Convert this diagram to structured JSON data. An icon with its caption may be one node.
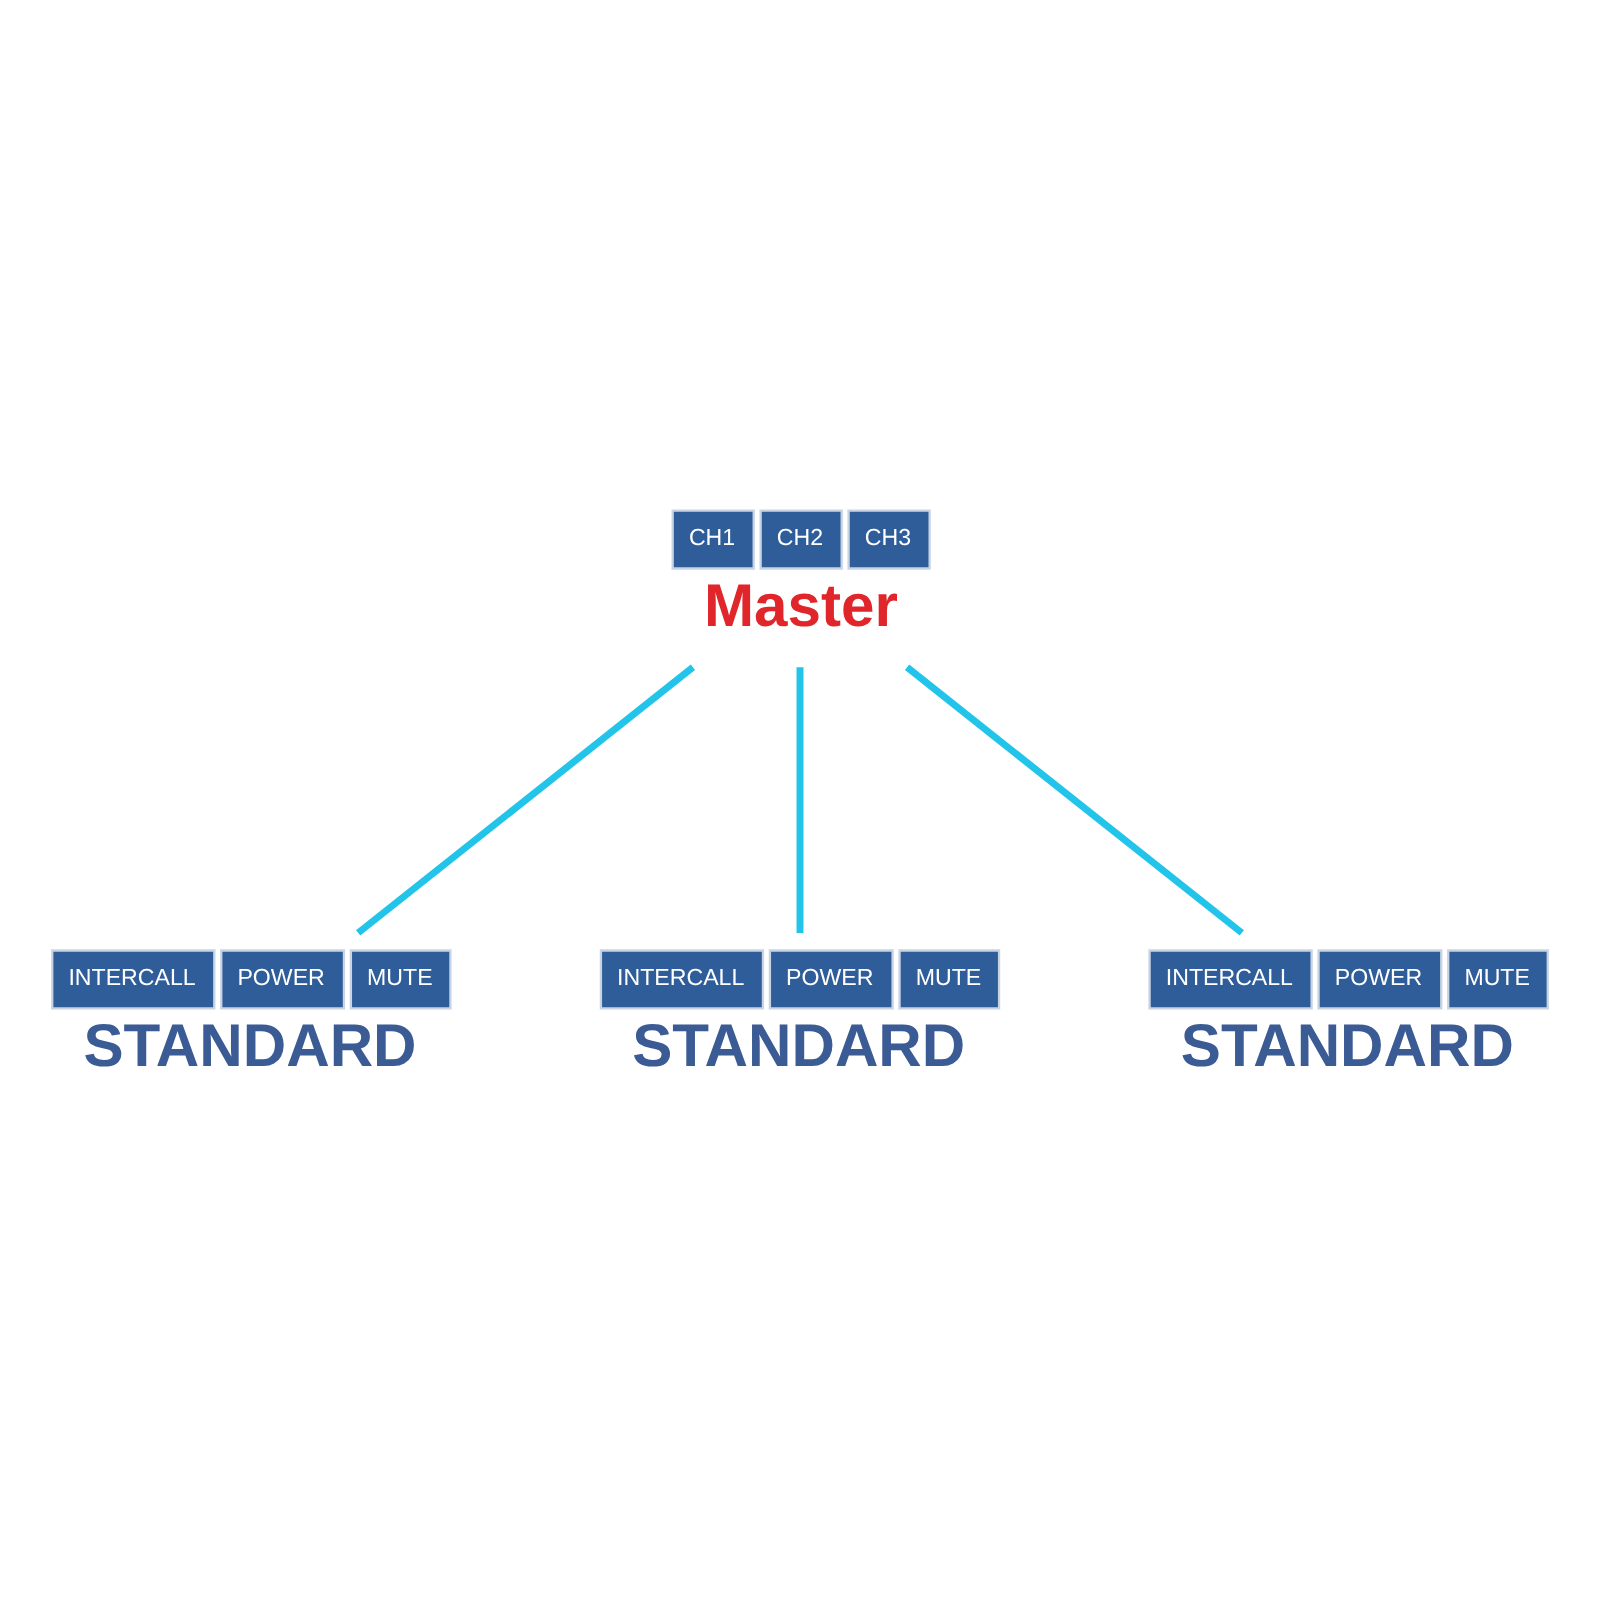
{
  "diagram": {
    "nodes": [
      {
        "text": [
          "CH1",
          "CH2",
          "CH3"
        ],
        "beside": [
          "Master"
        ]
      },
      {
        "text": [
          "INTERCALL",
          "POWER",
          "MUTE"
        ],
        "beside": [
          "STANDARD"
        ]
      },
      {
        "text": [
          "INTERCALL",
          "POWER",
          "MUTE"
        ],
        "beside": [
          "STANDARD"
        ]
      },
      {
        "text": [
          "INTERCALL",
          "POWER",
          "MUTE"
        ],
        "beside": [
          "STANDARD"
        ]
      }
    ],
    "edges": [
      {
        "from": 0,
        "to": 1,
        "arrow": "none",
        "color": "#22c4ea"
      },
      {
        "from": 0,
        "to": 2,
        "arrow": "none",
        "color": "#22c4ea"
      },
      {
        "from": 0,
        "to": 3,
        "arrow": "none",
        "color": "#22c4ea"
      }
    ]
  }
}
